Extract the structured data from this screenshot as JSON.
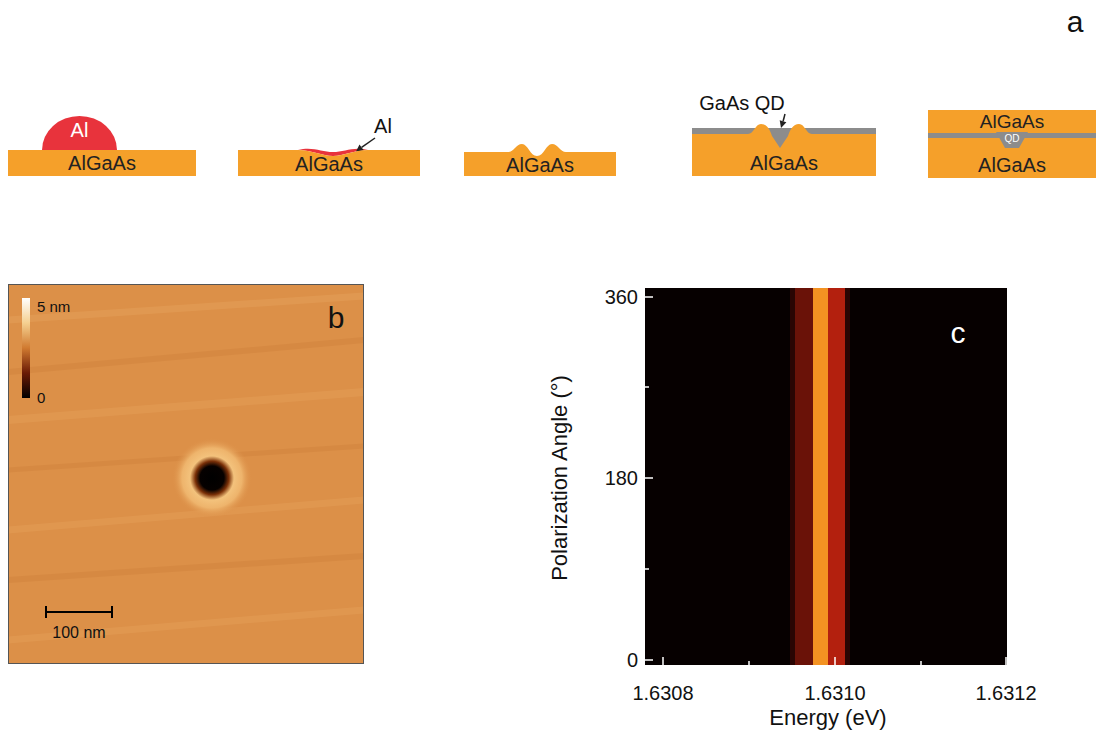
{
  "diagram": {
    "nodes": [
      {
        "text": [
          "Al"
        ]
      },
      {
        "text": [
          "AlGaAs"
        ]
      },
      {
        "text": [
          "AlGaAs"
        ]
      },
      {
        "text": [
          "AlGaAs"
        ]
      },
      {
        "text": [
          "AlGaAs"
        ]
      },
      {
        "text": [
          "AlGaAs"
        ]
      },
      {
        "text": [
          "QD"
        ]
      },
      {
        "text": [
          "AlGaAs"
        ]
      }
    ],
    "labels": [
      "a",
      "Al",
      "GaAs QD",
      "b",
      "5 nm",
      "0",
      "100 nm",
      "c",
      "360",
      "180",
      "0",
      "1.6308",
      "1.6310",
      "1.6312",
      "Polarization Angle (°)",
      "Energy (eV)"
    ]
  }
}
